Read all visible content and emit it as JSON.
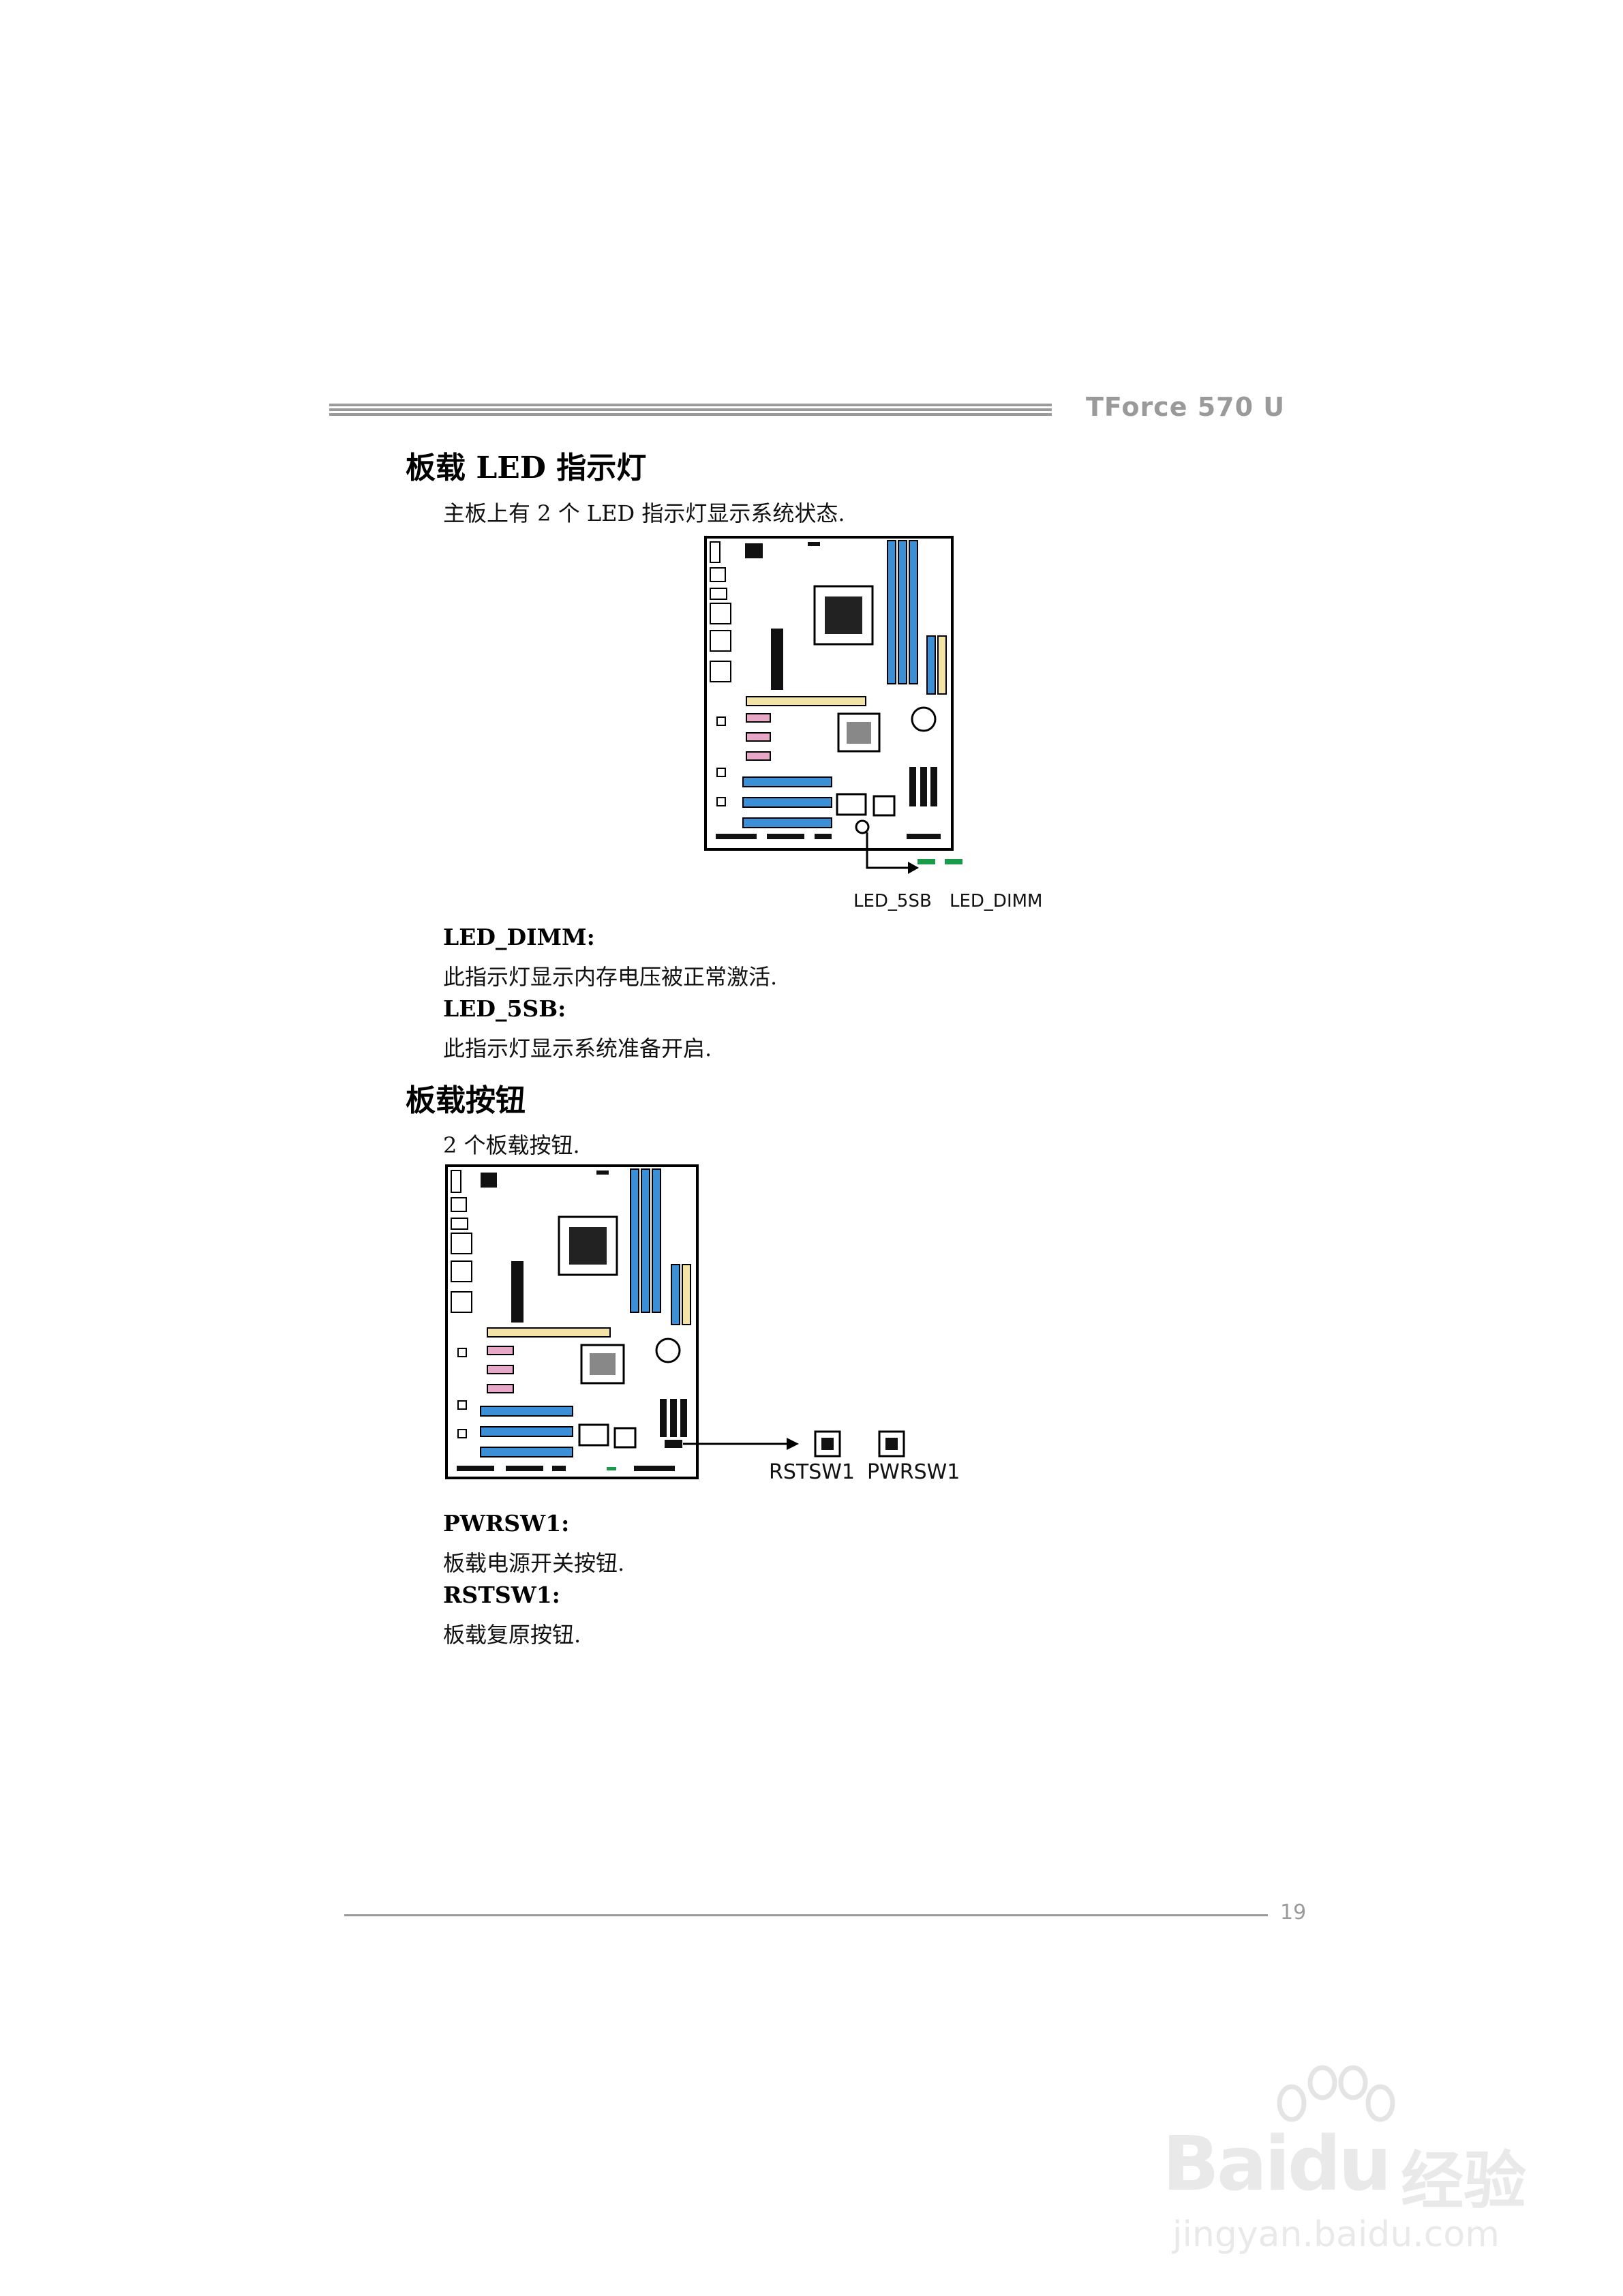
{
  "header": {
    "product": "TForce 570 U"
  },
  "section1": {
    "title": "板载 LED 指示灯",
    "intro": "主板上有 2 个 LED 指示灯显示系统状态.",
    "figure": {
      "label_left": "LED_5SB",
      "label_right": "LED_DIMM",
      "led_color": "#1a9a4a"
    },
    "items": [
      {
        "name": "LED_DIMM:",
        "desc": "此指示灯显示内存电压被正常激活."
      },
      {
        "name": "LED_5SB:",
        "desc": "此指示灯显示系统准备开启."
      }
    ]
  },
  "section2": {
    "title": "板载按钮",
    "intro": "2 个板载按钮.",
    "figure": {
      "label_left": "RSTSW1",
      "label_right": "PWRSW1"
    },
    "items": [
      {
        "name": "PWRSW1:",
        "desc": "板载电源开关按钮."
      },
      {
        "name": "RSTSW1:",
        "desc": "板载复原按钮."
      }
    ]
  },
  "footer": {
    "page_number": "19"
  },
  "watermark": {
    "brand": "Bai",
    "brand2": "du",
    "product": "经验",
    "url": "jingyan.baidu.com"
  },
  "colors": {
    "dimm_blue": "#3b8fd6",
    "pcie_yellow": "#f3e4a6",
    "pci_pink": "#e6a8c6",
    "rule_gray": "#9a9a9a"
  }
}
